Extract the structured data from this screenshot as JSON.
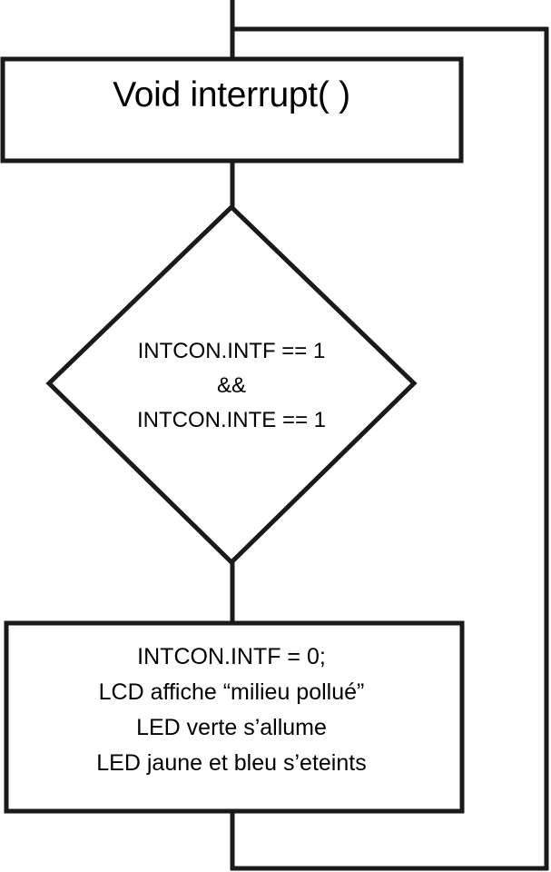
{
  "flowchart": {
    "title_box": {
      "text": "Void interrupt( )"
    },
    "decision": {
      "lines": [
        "INTCON.INTF == 1",
        "&&",
        "INTCON.INTE == 1"
      ]
    },
    "action_box": {
      "lines": [
        "INTCON.INTF = 0;",
        "LCD affiche “milieu pollué”",
        "LED verte s’allume",
        "LED jaune et bleu s’eteints"
      ]
    },
    "colors": {
      "stroke": "#1a1a1a",
      "text": "#000000",
      "background": "#ffffff"
    }
  }
}
